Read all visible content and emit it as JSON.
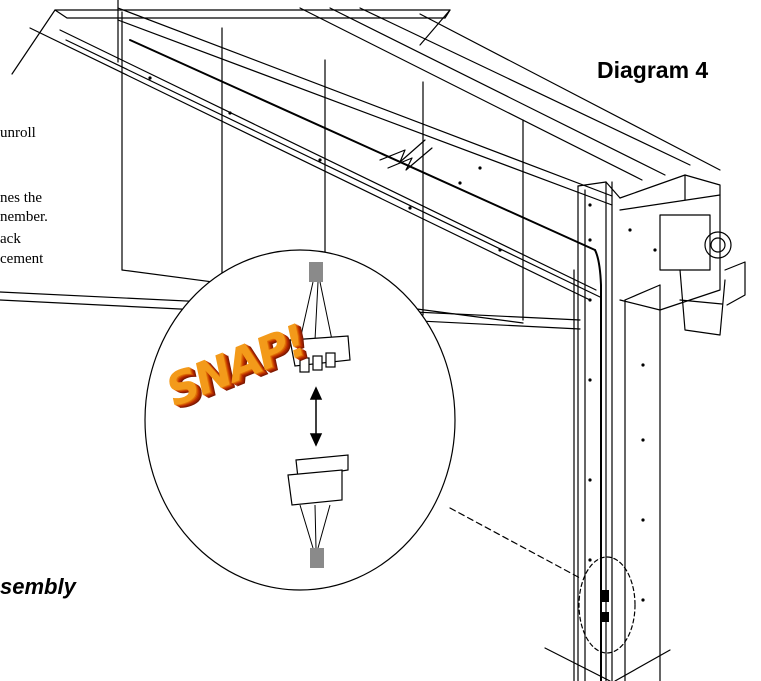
{
  "diagram": {
    "title": "Diagram 4",
    "snap_label": "SNAP!",
    "partial_heading": "sembly",
    "partial_text_lines": [
      "unroll",
      "",
      "nes the",
      "nember.",
      "ack",
      "cement"
    ]
  },
  "colors": {
    "line": "#000000",
    "connector_cable": "#8a8a8a",
    "snap_orange": "#f39a1a",
    "snap_shadow": "#b82a00"
  }
}
